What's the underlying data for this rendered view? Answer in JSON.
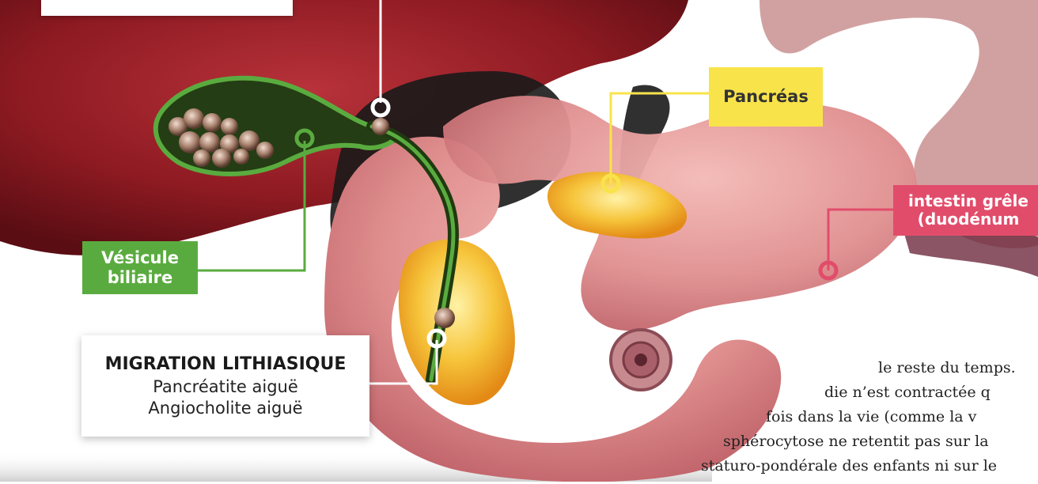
{
  "labels": {
    "top_partial": "",
    "pancreas": "Pancréas",
    "intestin_line1": "intestin grêle",
    "intestin_line2": "(duodénum",
    "vesicule_line1": "Vésicule",
    "vesicule_line2": "biliaire",
    "migration_title": "MIGRATION LITHIASIQUE",
    "migration_line1": "Pancréatite aiguë",
    "migration_line2": "Angiocholite aiguë"
  },
  "body_text": {
    "line1": "le reste du temps.",
    "line2": "die n’est contractée q",
    "line3": "fois dans la vie (comme la v",
    "line4": "sphérocytose ne retentit pas sur la",
    "line5": "staturo-pondérale des enfants ni sur le"
  },
  "colors": {
    "liver": "#8e1a22",
    "gallbladder_green": "#5aab3f",
    "pancreas_yellow": "#f6b321",
    "intestine_pink": "#e08f8f",
    "label_pink": "#e24c6b",
    "label_yellow": "#f9e34a",
    "connector_white": "#ffffff"
  },
  "icons": {
    "connector_dot": "ring-marker-icon"
  }
}
